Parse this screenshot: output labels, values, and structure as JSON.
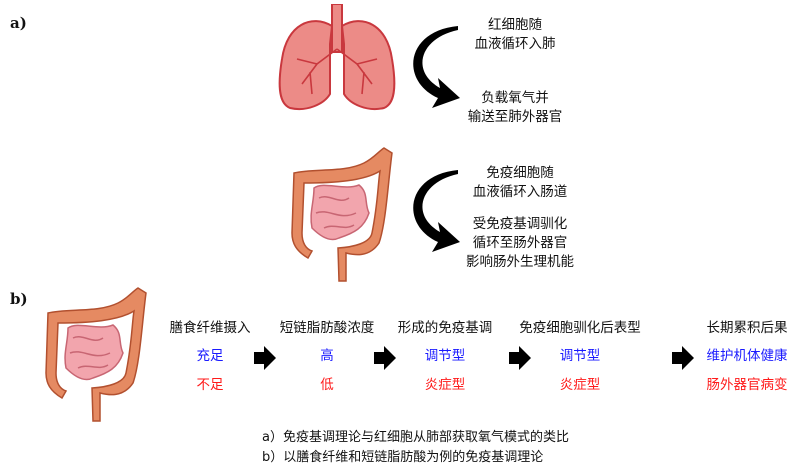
{
  "panel_a": {
    "label": "a)",
    "lung_text_1": [
      "红细胞随",
      "血液循环入肺"
    ],
    "lung_text_2": [
      "负载氧气并",
      "输送至肺外器官"
    ],
    "gut_text_1": [
      "免疫细胞随",
      "血液循环入肠道"
    ],
    "gut_text_2": [
      "受免疫基调驯化",
      "循环至肠外器官",
      "影响肠外生理机能"
    ]
  },
  "panel_b": {
    "label": "b)",
    "columns": [
      {
        "header": "膳食纤维摄入",
        "good": "充足",
        "bad": "不足"
      },
      {
        "header": "短链脂肪酸浓度",
        "good": "高",
        "bad": "低"
      },
      {
        "header": "形成的免疫基调",
        "good": "调节型",
        "bad": "炎症型"
      },
      {
        "header": "免疫细胞驯化后表型",
        "good": "调节型",
        "bad": "炎症型"
      },
      {
        "header": "长期累积后果",
        "good": "维护机体健康",
        "bad": "肠外器官病变"
      }
    ]
  },
  "captions": [
    "a）免疫基调理论与红细胞从肺部获取氧气模式的类比",
    "b）以膳食纤维和短链脂肪酸为例的免疫基调理论"
  ],
  "colors": {
    "good": "#1a1aff",
    "bad": "#ff1a1a",
    "lung": "#e8837f",
    "gut": "#e07a52"
  }
}
